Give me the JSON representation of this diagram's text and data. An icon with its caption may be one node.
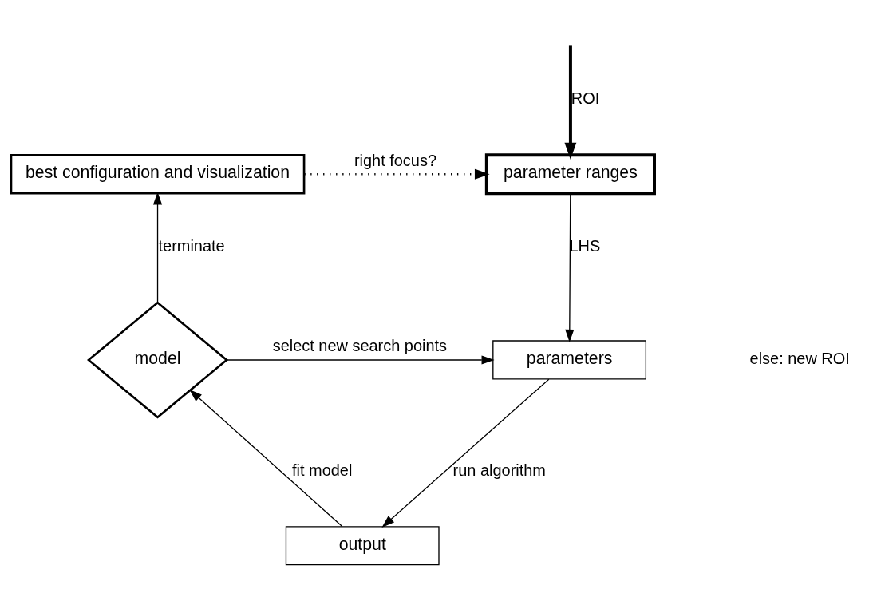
{
  "diagram": {
    "nodes": [
      {
        "text": [
          "best configuration and visualization"
        ]
      },
      {
        "text": [
          "parameter ranges"
        ]
      },
      {
        "text": [
          "parameters"
        ]
      },
      {
        "text": [
          "output"
        ]
      },
      {
        "text": [
          "model"
        ]
      }
    ],
    "edges": [
      {
        "from": null,
        "to": 1,
        "arrow": "to",
        "label": "ROI",
        "style": "thick"
      },
      {
        "from": 0,
        "to": 1,
        "arrow": "to",
        "label": "right focus?",
        "style": "dashed"
      },
      {
        "from": 1,
        "to": 2,
        "arrow": "to",
        "label": "LHS"
      },
      {
        "from": 4,
        "to": 2,
        "arrow": "to",
        "label": "select new search points"
      },
      {
        "from": 2,
        "to": 3,
        "arrow": "to",
        "label": "run algorithm"
      },
      {
        "from": 3,
        "to": 4,
        "arrow": "to",
        "label": "fit model"
      },
      {
        "from": 4,
        "to": 0,
        "arrow": "to",
        "label": "terminate"
      }
    ],
    "labels": [
      "else: new ROI"
    ]
  }
}
